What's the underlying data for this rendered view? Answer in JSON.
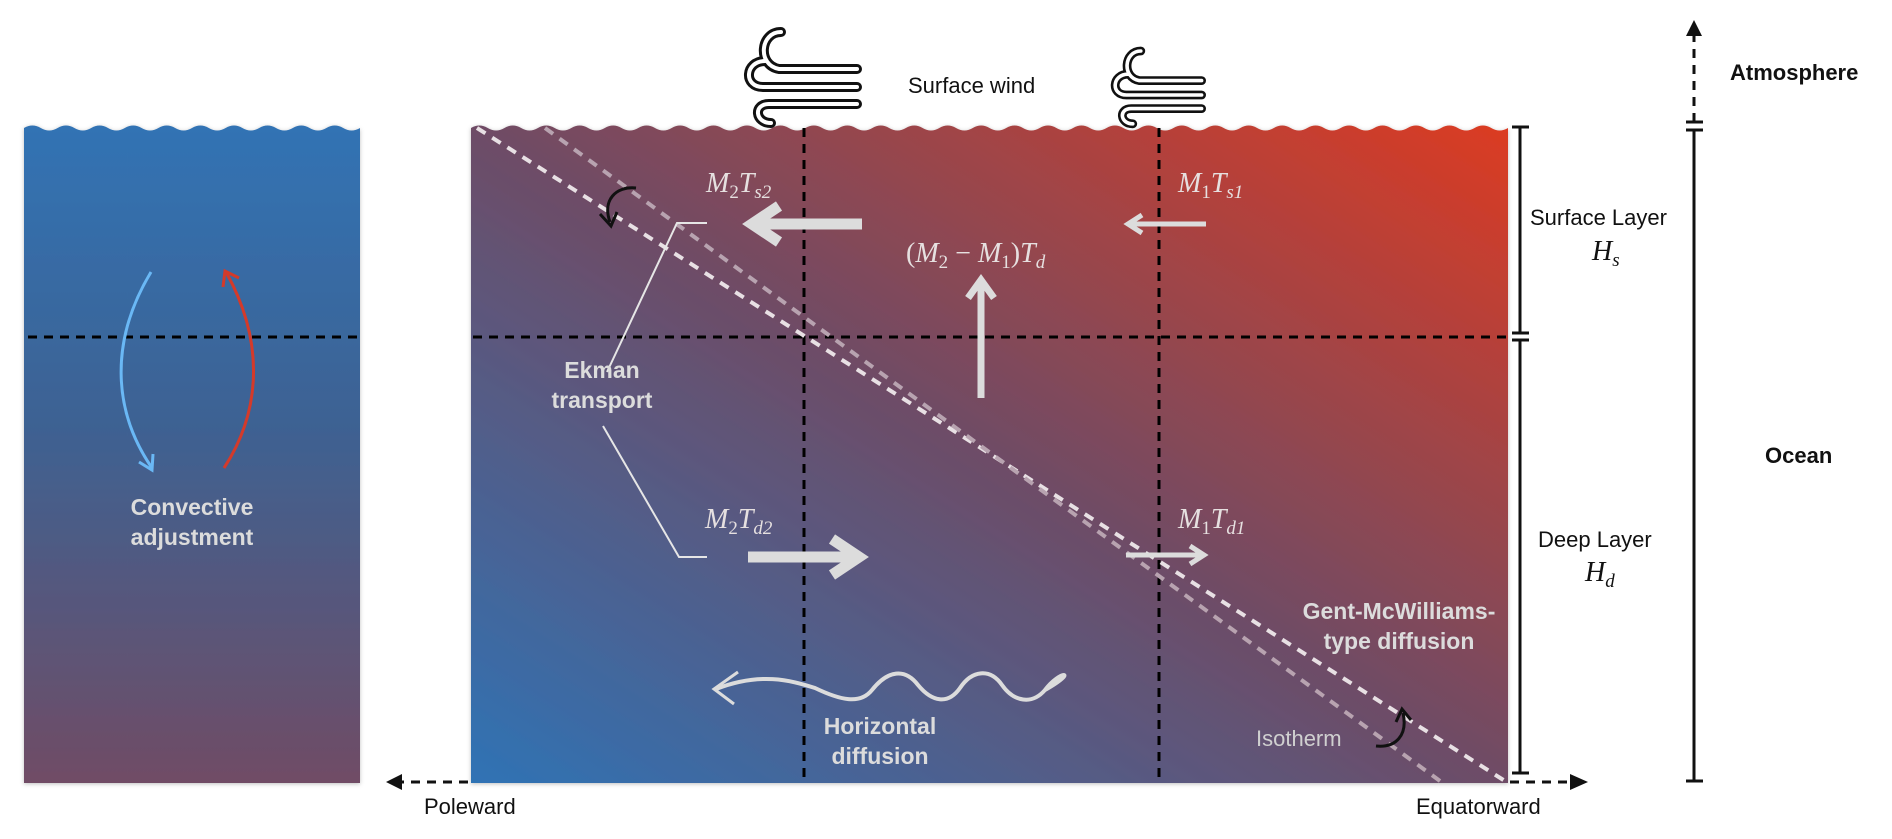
{
  "diagram": {
    "colors": {
      "warm": "#d63b26",
      "cold": "#2f73b5",
      "mid": "#6e4c66",
      "arrow_light": "#dcdcdc",
      "convective_down": "#6ab8f5",
      "convective_up": "#d43a2a"
    },
    "top": {
      "surface_wind": "Surface wind",
      "wind_icon": "wind-icon"
    },
    "left_panel": {
      "label_line1": "Convective",
      "label_line2": "adjustment"
    },
    "main_panel": {
      "fluxes": {
        "m2ts2": {
          "M": "M",
          "m_sub": "2",
          "T": "T",
          "t_sub": "s2"
        },
        "m1ts1": {
          "M": "M",
          "m_sub": "1",
          "T": "T",
          "t_sub": "s1"
        },
        "upwelling": {
          "open": "(",
          "M2": "M",
          "m2_sub": "2",
          "minus": " − ",
          "M1": "M",
          "m1_sub": "1",
          "close": ")",
          "T": "T",
          "t_sub": "d"
        },
        "m2td2": {
          "M": "M",
          "m_sub": "2",
          "T": "T",
          "t_sub": "d2"
        },
        "m1td1": {
          "M": "M",
          "m_sub": "1",
          "T": "T",
          "t_sub": "d1"
        }
      },
      "ekman_line1": "Ekman",
      "ekman_line2": "transport",
      "horizontal_line1": "Horizontal",
      "horizontal_line2": "diffusion",
      "gm_line1": "Gent-McWilliams-",
      "gm_line2": "type diffusion",
      "isotherm": "Isotherm"
    },
    "axes": {
      "poleward": "Poleward",
      "equatorward": "Equatorward"
    },
    "right": {
      "surface_layer": "Surface Layer",
      "hs": {
        "H": "H",
        "sub": "s"
      },
      "deep_layer": "Deep Layer",
      "hd": {
        "H": "H",
        "sub": "d"
      },
      "atmosphere": "Atmosphere",
      "ocean": "Ocean"
    }
  }
}
